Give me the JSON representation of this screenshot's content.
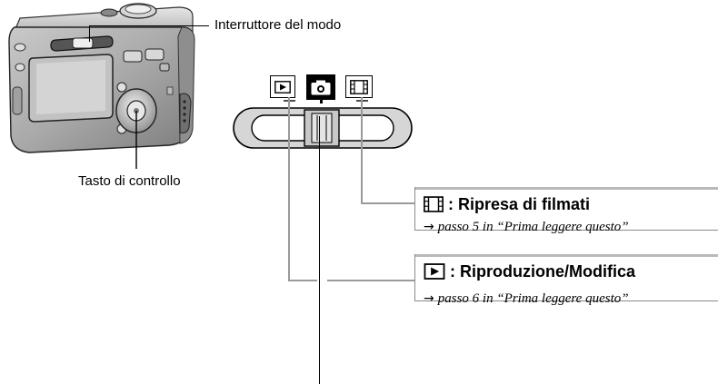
{
  "labels": {
    "mode_switch": "Interruttore del modo",
    "control_button": "Tasto di controllo"
  },
  "mode_icons": [
    "playback-icon",
    "camera-icon",
    "movie-film-icon"
  ],
  "callouts": [
    {
      "title": ": Ripresa di filmati",
      "icon": "movie-film-icon",
      "arrow": "→",
      "subtitle": "passo 5 in “Prima leggere questo”"
    },
    {
      "title": ": Riproduzione/Modifica",
      "icon": "playback-icon",
      "arrow": "→",
      "subtitle": "passo 6 in “Prima leggere questo”"
    }
  ],
  "colors": {
    "callout_bar": "#b9b9b9",
    "callout_border": "#8a8a8a",
    "leader_line": "#9a9a9a"
  }
}
